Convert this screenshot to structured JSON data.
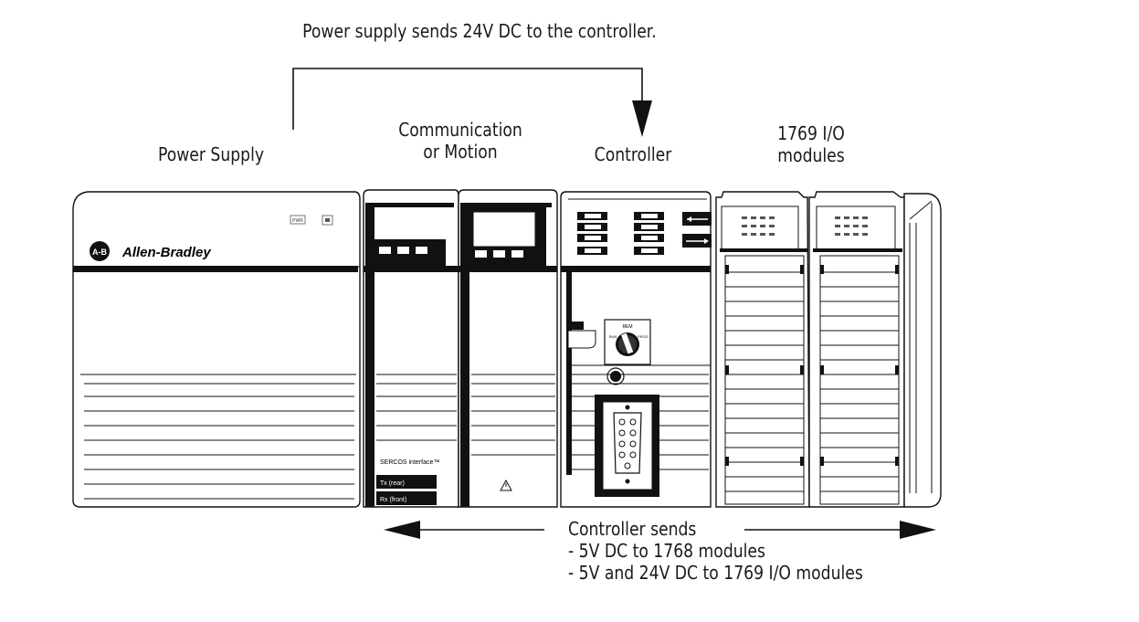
{
  "header": {
    "text": "Power supply sends 24V DC to the controller."
  },
  "labels": {
    "power_supply": "Power Supply",
    "communication_line1": "Communication",
    "communication_line2": "or Motion",
    "controller": "Controller",
    "io_line1": "1769 I/O",
    "io_line2": "modules"
  },
  "power_supply_module": {
    "brand_logo": "A-B",
    "brand": "Allen-Bradley",
    "pwr": "PWR"
  },
  "motion_module": {
    "sercos": "SERCOS interface™",
    "tx": "Tx (rear)",
    "rx": "Rx (front)"
  },
  "controller_module": {
    "key_switch": "REM",
    "key_left": "RUN",
    "key_right": "PROG"
  },
  "footer": {
    "line1": "Controller sends",
    "line2": "- 5V DC to 1768 modules",
    "line3": "- 5V and 24V DC to 1769 I/O modules"
  },
  "icons": [
    "arrow-down-icon",
    "arrow-left-icon",
    "arrow-right-icon",
    "warning-icon",
    "key-switch-icon",
    "serial-port-icon"
  ]
}
